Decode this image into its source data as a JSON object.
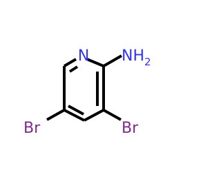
{
  "molecule": {
    "atoms": [
      {
        "id": "N1",
        "text": "N",
        "color": "#3333ff"
      },
      {
        "id": "NH2",
        "text": "NH",
        "subscript": "2",
        "color": "#3333ff"
      },
      {
        "id": "Br3",
        "text": "Br",
        "color": "#7f2a8a"
      },
      {
        "id": "Br5",
        "text": "Br",
        "color": "#7f2a8a"
      }
    ],
    "bond_color": "#000000"
  }
}
